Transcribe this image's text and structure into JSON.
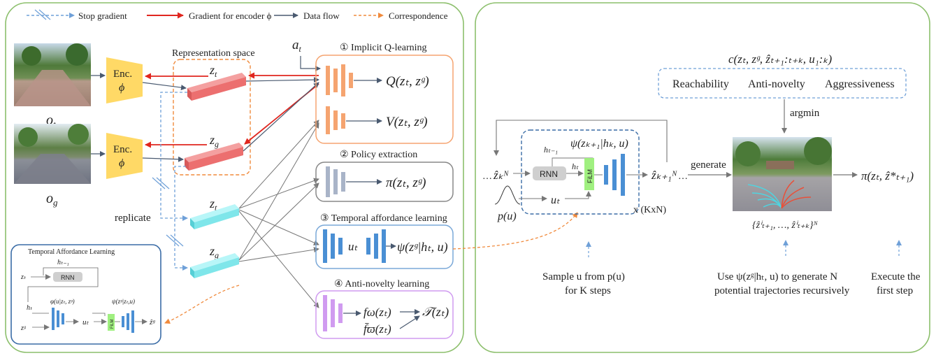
{
  "legend": {
    "stop_gradient": "Stop gradient",
    "gradient_encoder": "Gradient for encoder ϕ",
    "data_flow": "Data flow",
    "correspondence": "Correspondence"
  },
  "colors": {
    "panel_border": "#8cbf6c",
    "gradient_red": "#e0261f",
    "data_flow": "#4a5a70",
    "correspondence_orange": "#f08a3c",
    "stop_gradient_blue": "#6fa0d8",
    "encoder_yellow": "#ffd966",
    "blue_block": "#4a8fd4",
    "orange_block": "#f5a470",
    "gray_block": "#a9b4c8",
    "purple_block": "#d09bf0",
    "cyan_block": "#7fe6ea",
    "film_green": "#a0f080"
  },
  "left": {
    "obs_t": "o",
    "obs_t_sub": "t",
    "obs_g": "o",
    "obs_g_sub": "g",
    "enc_label": "Enc.",
    "enc_phi": "ϕ",
    "rep_space": "Representation space",
    "z_t": "z",
    "z_t_sub": "t",
    "z_g": "z",
    "z_g_sub": "g",
    "a_t": "a",
    "a_t_sub": "t",
    "replicate": "replicate",
    "section1": "①  Implicit Q-learning",
    "q_out": "Q(zₜ, zᵍ)",
    "v_out": "V(zₜ, zᵍ)",
    "section2": "②  Policy extraction",
    "pi_out": "π(zₜ, zᵍ)",
    "section3": "③  Temporal affordance learning",
    "u_t": "uₜ",
    "psi_out": "ψ(zᵍ|hₜ, u)",
    "section4": "④  Anti-novelty learning",
    "f_omega": "fω(zₜ)",
    "f_bar": "f̄ϖ(zₜ)",
    "t_out": "𝒯(zₜ)"
  },
  "inset": {
    "title": "Temporal Affordance Learning",
    "z_t": "zₜ",
    "h_prev": "hₜ₋₁",
    "rnn": "RNN",
    "h_t": "hₜ",
    "z_g": "zᵍ",
    "phi_label": "φ(u|zₜ, zᵍ)",
    "psi_label": "ψ(zᵍ|zₜ,u)",
    "u_t": "uₜ",
    "film": "FiLM",
    "z_hat_g": "ẑᵍ"
  },
  "right": {
    "cost": "c(zₜ, zᵍ, ẑₜ₊₁:ₜ₊ₖ, u₁:ₖ)",
    "reachability": "Reachability",
    "anti_novelty": "Anti-novelty",
    "aggressiveness": "Aggressiveness",
    "argmin": "argmin",
    "psi_top": "ψ(zₖ₊₁|hₖ, u)",
    "dots_left": "…",
    "z_hat_k": "ẑₖᴺ",
    "h_prev": "hₜ₋₁",
    "rnn": "RNN",
    "h_t": "hₜ",
    "film": "FiLM",
    "z_hat_k1": "ẑₖ₊₁ᴺ",
    "dots_right": "…",
    "generate": "generate",
    "u_t": "uₜ",
    "p_u": "p(u)",
    "repeat": "x (KxN)",
    "traj_set": "{ẑⁱₜ₊₁, …, ẑⁱₜ₊ₖ}ᴺ",
    "policy_out": "π(zₜ, ẑ*ₜ₊₁)",
    "note1_line1": "Sample u from p(u)",
    "note1_line2": "for K steps",
    "note2_line1": "Use ψ(zᵍ|hₜ, u)  to generate N",
    "note2_line2": "potential trajectories recursively",
    "note3_line1": "Execute the",
    "note3_line2": "first step"
  }
}
